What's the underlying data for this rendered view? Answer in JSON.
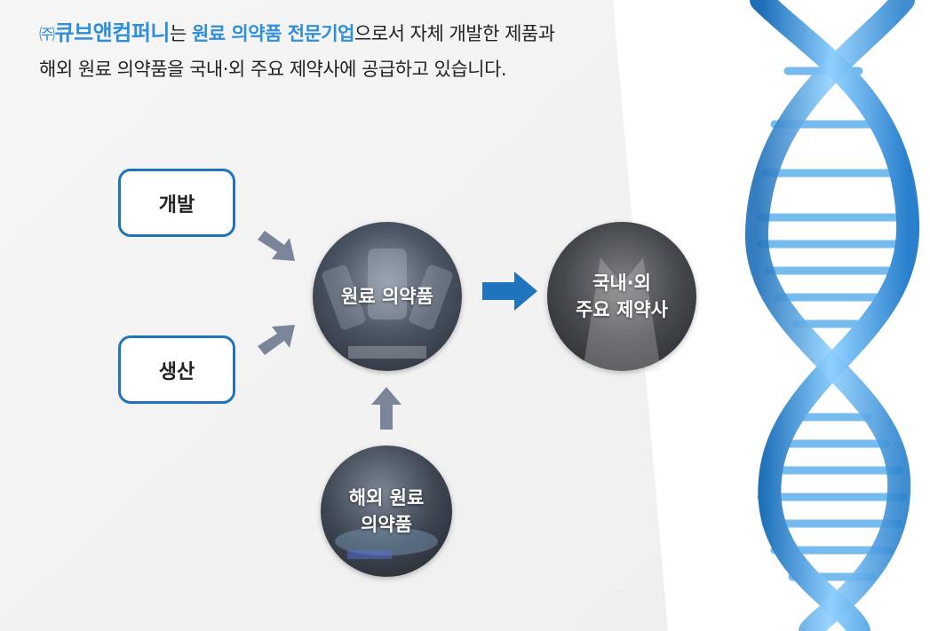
{
  "intro": {
    "brand_mark": "㈜",
    "brand": "큐브앤컴퍼니",
    "text_1": "는 ",
    "highlight": "원료 의약품 전문기업",
    "text_2": "으로서 자체 개발한 제품과",
    "line_2": "해외 원료 의약품을 국내·외 주요 제약사에 공급하고 있습니다."
  },
  "diagram": {
    "box_development": "개발",
    "box_production": "생산",
    "circle_api": "원료 의약품",
    "circle_overseas_line1": "해외 원료",
    "circle_overseas_line2": "의약품",
    "circle_clients_line1": "국내·외",
    "circle_clients_line2": "주요 제약사"
  },
  "colors": {
    "accent": "#2f8fdc",
    "box_border": "#1f74bd",
    "arrow_gray": "#7b8599",
    "arrow_blue": "#1f74bd"
  }
}
